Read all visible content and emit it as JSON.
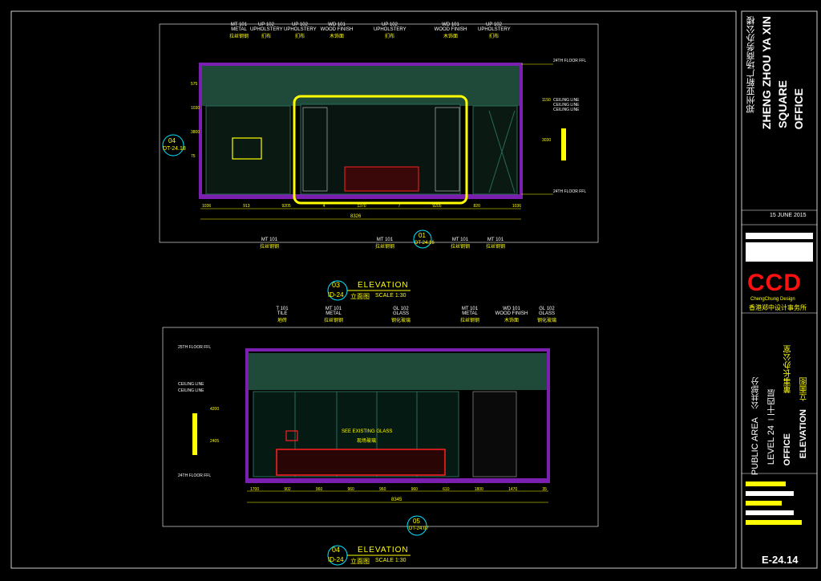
{
  "colors": {
    "background": "#000000",
    "frame": "#ffffff",
    "wall": "#7a1fb0",
    "ceiling": "#1f4a3a",
    "dim": "#ffff00",
    "leader": "#ffff00",
    "sofa": "#ff2020",
    "logo": "#ff1010",
    "glass": "#2a6a5a",
    "cyan": "#00e5ff"
  },
  "titleblock": {
    "project_cn": "郑州亚新广场商务办公楼",
    "project_en_1": "ZHENG ZHOU YA XIN",
    "project_en_2": "SQUARE",
    "project_en_3": "OFFICE",
    "date": "15 JUNE 2015",
    "logo": "CCD",
    "logo_sub": "ChengChung Design",
    "logo_sub_cn": "香港郑中设计事务所",
    "area_en": "PUBLIC AREA",
    "area_cn": "公共部分",
    "level_en": "LEVEL 24",
    "level_cn": "二十四层",
    "space_en": "OFFICE",
    "space_cn": "董事长办公室",
    "drawing_en": "ELEVATION",
    "drawing_cn": "立面图",
    "drawing_no": "E-24.14"
  },
  "views": [
    {
      "number": "03",
      "sheet": "ID-24",
      "title": "ELEVATION",
      "title_cn": "立面图",
      "scale": "SCALE  1:30",
      "section_tag": "04",
      "section_ref": "DT-24.18",
      "bottom_tag": "01",
      "bottom_ref": "DT-24.16",
      "top_callouts": [
        {
          "code": "MT 101",
          "en": "METAL",
          "cn": "拉丝钢钢"
        },
        {
          "code": "UP 102",
          "en": "UPHOLSTERY",
          "cn": "扪布"
        },
        {
          "code": "UP 102",
          "en": "UPHOLSTERY",
          "cn": "扪布"
        },
        {
          "code": "WD 101",
          "en": "WOOD FINISH",
          "cn": "木饰面"
        },
        {
          "code": "UP 102",
          "en": "UPHOLSTERY",
          "cn": "扪布"
        },
        {
          "code": "WD 101",
          "en": "WOOD FINISH",
          "cn": "木饰面"
        },
        {
          "code": "UP 102",
          "en": "UPHOLSTERY",
          "cn": "扪布"
        }
      ],
      "bottom_callouts": [
        {
          "code": "MT 101",
          "cn": "拉丝钢钢"
        },
        {
          "code": "MT 101",
          "cn": "拉丝钢钢"
        },
        {
          "code": "MT 101",
          "cn": "拉丝钢钢"
        },
        {
          "code": "MT 101",
          "cn": "拉丝钢钢"
        }
      ],
      "levels": [
        "24TH FLOOR FFL",
        "CEILING LINE",
        "CEILING LINE",
        "CEILING LINE",
        "24TH FLOOR FFL"
      ],
      "dims_bottom": [
        "1036",
        "913",
        "9205",
        "4",
        "1370",
        "7",
        "9205",
        "820",
        "1036"
      ],
      "dim_total": "8326",
      "dims_left": [
        "575",
        "1030",
        "3800",
        "75"
      ],
      "dims_right": [
        "1150",
        "3030"
      ]
    },
    {
      "number": "04",
      "sheet": "ID-24",
      "title": "ELEVATION",
      "title_cn": "立面图",
      "scale": "SCALE  1:30",
      "bottom_tag": "05",
      "bottom_ref": "DT-24.07",
      "top_callouts": [
        {
          "code": "T 101",
          "en": "TILE",
          "cn": "地砖"
        },
        {
          "code": "MT 101",
          "en": "METAL",
          "cn": "拉丝钢钢"
        },
        {
          "code": "GL 102",
          "en": "GLASS",
          "cn": "钢化玻璃"
        },
        {
          "code": "MT 101",
          "en": "METAL",
          "cn": "拉丝钢钢"
        },
        {
          "code": "WD 101",
          "en": "WOOD FINISH",
          "cn": "木饰面"
        },
        {
          "code": "GL 102",
          "en": "GLASS",
          "cn": "钢化玻璃"
        }
      ],
      "note": "SEE EXISTING GLASS",
      "note_cn": "现场玻璃",
      "levels": [
        "25TH FLOOR FFL",
        "CEILING LINE",
        "CEILING LINE",
        "24TH FLOOR FFL"
      ],
      "dims_bottom": [
        "1700",
        "902",
        "960",
        "960",
        "960",
        "960",
        "610",
        "1800",
        "1470",
        "35"
      ],
      "dim_total": "8345",
      "dims_left": [
        "4200",
        "2405"
      ]
    }
  ]
}
